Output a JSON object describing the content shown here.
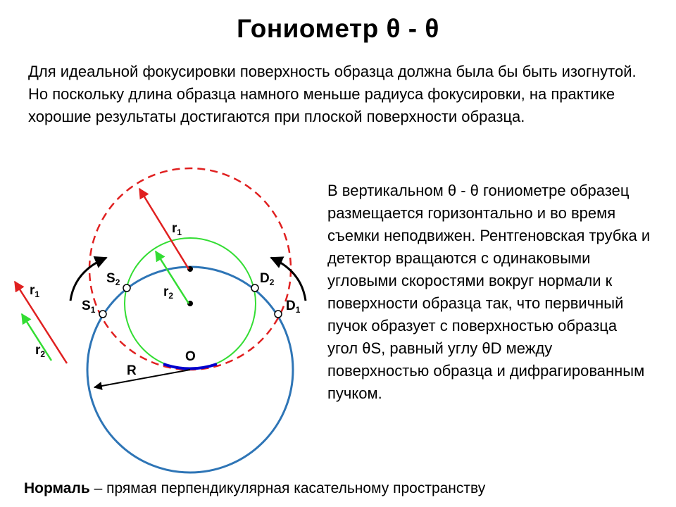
{
  "title": "Гониометр θ - θ",
  "intro_text": "Для идеальной фокусировки поверхность образца должна была бы быть изогнутой. Но поскольку длина образца намного меньше радиуса фокусировки, на практике хорошие результаты достигаются при плоской поверхности образца.",
  "description": "В вертикальном θ  - θ гониометре образец размещается горизонтально и во время съемки неподвижен. Рентгеновская трубка и детектор вращаются с одинаковыми угловыми скоростями вокруг нормали к поверхности образца так, что первичный пучок образует с поверхностью образца угол θS, равный углу θD между поверхностью образца и дифрагированным пучком.",
  "footer": {
    "term": "Нормаль",
    "definition": " – прямая перпендикулярная касательному пространству"
  },
  "diagram": {
    "labels": {
      "S2": {
        "main": "S",
        "sub": "2"
      },
      "S1": {
        "main": "S",
        "sub": "1"
      },
      "D2": {
        "main": "D",
        "sub": "2"
      },
      "D1": {
        "main": "D",
        "sub": "1"
      },
      "O": "O",
      "R": "R",
      "r1": {
        "main": "r",
        "sub": "1"
      },
      "r2": {
        "main": "r",
        "sub": "2"
      },
      "legend_r1": {
        "main": "r",
        "sub": "1"
      },
      "legend_r2": {
        "main": "r",
        "sub": "2"
      }
    },
    "colors": {
      "goniometer_circle": "#2e75b6",
      "focusing_circle_r1": "#e02020",
      "focusing_circle_r2": "#33dd33",
      "sample": "#0000cc",
      "arrows": "#000000"
    }
  }
}
